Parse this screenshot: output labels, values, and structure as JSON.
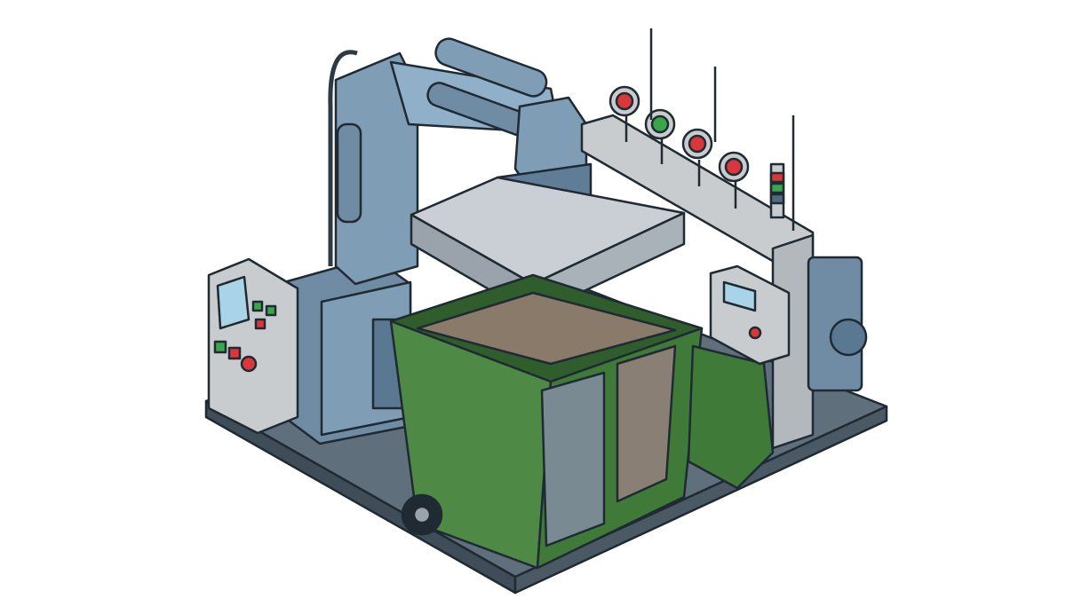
{
  "illustration": {
    "colors": {
      "background": "#ffffff",
      "base_plate": "#5f6f7c",
      "machine_blue": "#7f9db5",
      "machine_blue_dark": "#4f6b82",
      "steel": "#b9c0c6",
      "bin_green": "#4e8a45",
      "bin_green_dark": "#2f5e2c",
      "panel_grey": "#c9ccce",
      "screen": "#a9d3e6",
      "lamp_red": "#d9373a",
      "lamp_green": "#3aa64a",
      "outline": "#1f2a33"
    },
    "icons": [
      "control-panel",
      "signal-lamp",
      "tower-light",
      "wheel"
    ]
  }
}
